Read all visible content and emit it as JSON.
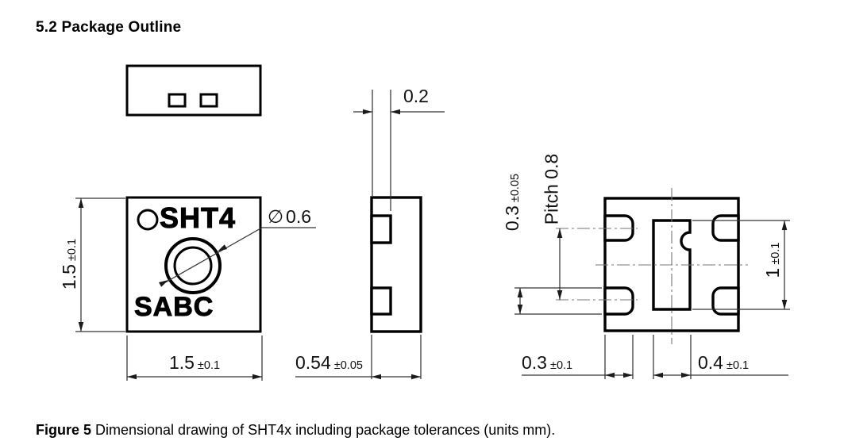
{
  "page": {
    "title": "5.2 Package Outline",
    "caption": {
      "label": "Figure 5",
      "text": " Dimensional drawing of SHT4x including package tolerances (units mm)."
    }
  },
  "marking": {
    "product": "SHT4",
    "lot": "SABC"
  },
  "dims": {
    "body_height": {
      "value": "1.5",
      "tol": "±0.1"
    },
    "body_width": {
      "value": "1.5",
      "tol": "±0.1"
    },
    "opening_diameter": {
      "symbol": "∅",
      "value": "0.6"
    },
    "pad_edge_offset": {
      "value": "0.2"
    },
    "thickness": {
      "value": "0.54",
      "tol": "±0.05"
    },
    "pad_width": {
      "value": "0.3",
      "tol": "±0.05"
    },
    "pad_pitch": {
      "value": "Pitch 0.8"
    },
    "center_pad_height": {
      "value": "1",
      "tol": "±0.1"
    },
    "pad_length": {
      "value": "0.3",
      "tol": "±0.1"
    },
    "center_pad_width": {
      "value": "0.4",
      "tol": "±0.1"
    }
  },
  "colors": {
    "outline": "#000000",
    "dimension_line": "#333333",
    "centerline": "#777777",
    "background": "#ffffff"
  }
}
